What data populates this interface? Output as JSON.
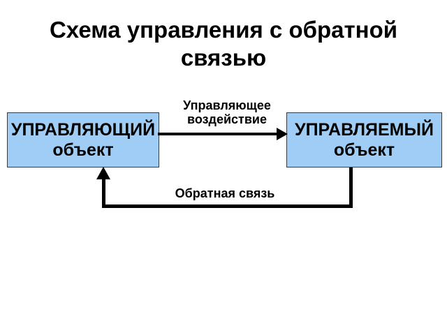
{
  "slide": {
    "title_line1": "Схема управления с обратной",
    "title_line2": "связью"
  },
  "diagram": {
    "controller_box": {
      "line1": "УПРАВЛЯЮЩИЙ",
      "line2": "объект"
    },
    "controlled_box": {
      "line1": "УПРАВЛЯЕМЫЙ",
      "line2": "объект"
    },
    "control_arrow_label": "Управляющее воздействие",
    "feedback_label": "Обратная связь",
    "colors": {
      "background": "#FFFFFF",
      "box_fill": "#A0CDF5",
      "box_border": "#3A3A3A",
      "arrow": "#000000",
      "text": "#000000"
    }
  }
}
